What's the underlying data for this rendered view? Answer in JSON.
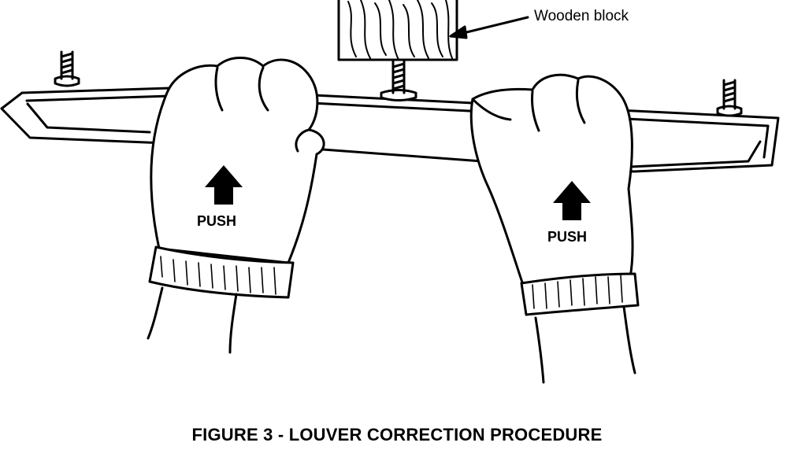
{
  "labels": {
    "wooden_block": "Wooden block",
    "push_left": "PUSH",
    "push_right": "PUSH"
  },
  "caption": "FIGURE 3 - LOUVER CORRECTION PROCEDURE"
}
